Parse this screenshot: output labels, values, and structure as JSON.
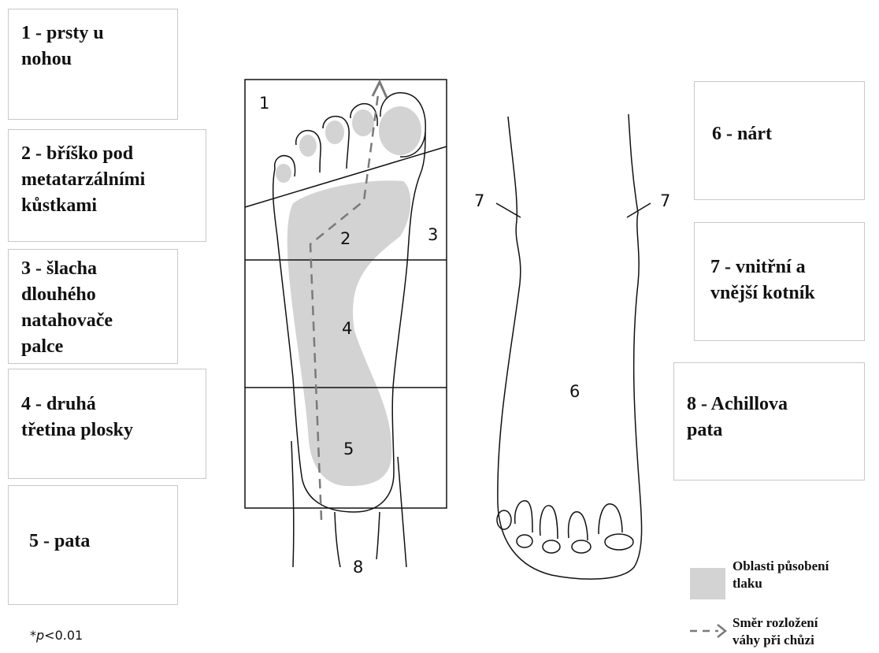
{
  "labels": {
    "l1": "1 - prsty u\nnohou",
    "l2": "2 - bříško pod\nmetatarzálními\nkůstkami",
    "l3": "3 - šlacha\ndlouhého\nnatahovače\npalce",
    "l4": "4 - druhá\ntřetina plosky",
    "l5": "5 - pata",
    "l6": "6 - nárt",
    "l7": "7 - vnitřní a\nvnější kotník",
    "l8": "8 - Achillova\npata"
  },
  "diagram": {
    "n1": "1",
    "n2": "2",
    "n3": "3",
    "n4": "4",
    "n5": "5",
    "n6": "6",
    "n7a": "7",
    "n7b": "7",
    "n8": "8"
  },
  "legend": {
    "pressure": "Oblasti působení\ntlaku",
    "walking": "Směr rozložení\nváhy při chůzi",
    "pressure_color": "#d3d3d3",
    "arrow_color": "#7a7a7a"
  },
  "footnote": {
    "symbol": "*",
    "p": "p",
    "rest": "<0.01"
  }
}
